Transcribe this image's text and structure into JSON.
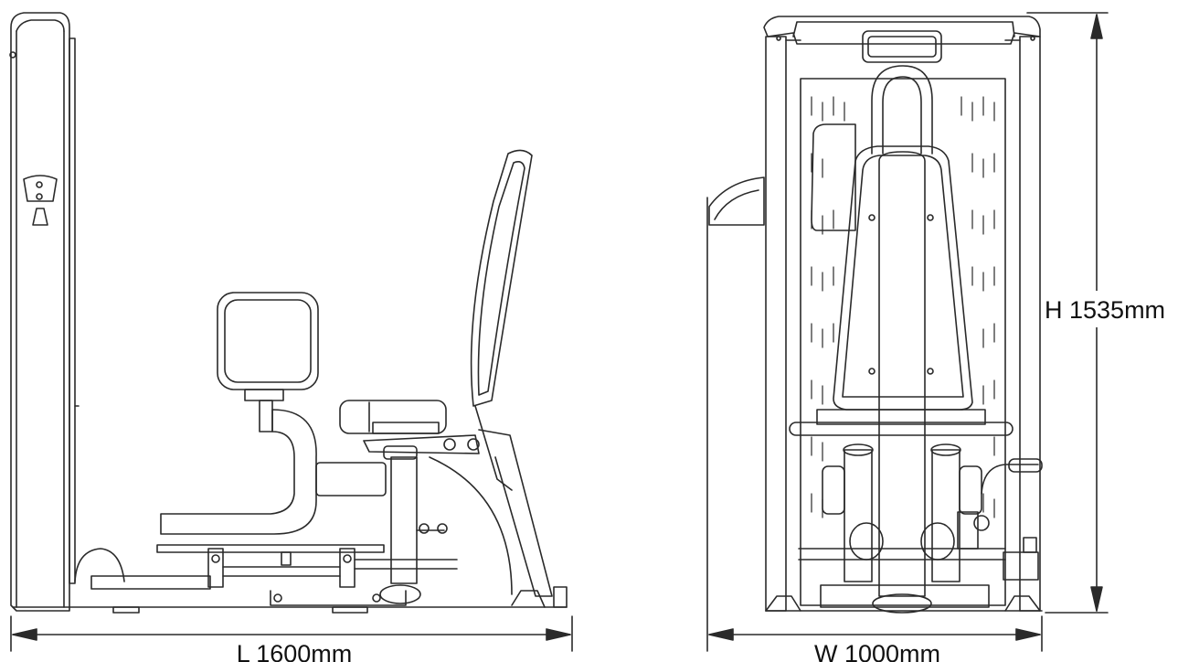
{
  "dimensions": {
    "length_label": "L 1600mm",
    "width_label": "W 1000mm",
    "height_label": "H 1535mm"
  },
  "colors": {
    "line": "#2a2a2a",
    "background": "#ffffff"
  }
}
